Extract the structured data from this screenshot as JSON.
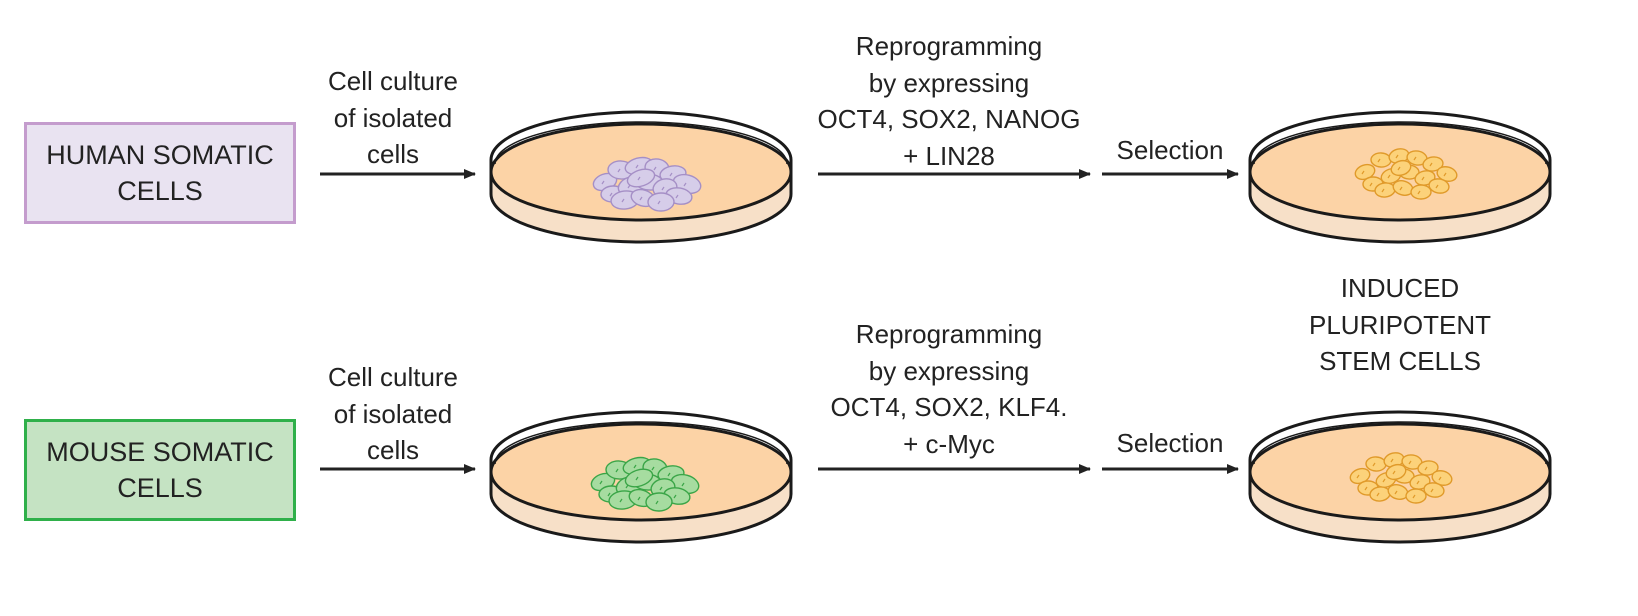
{
  "rows": [
    {
      "source_label": [
        "HUMAN SOMATIC",
        "CELLS"
      ],
      "culture_label": [
        "Cell culture",
        "of isolated",
        "cells"
      ],
      "reprogramming_label": [
        "Reprogramming",
        "by expressing",
        "OCT4, SOX2, NANOG",
        "+ LIN28"
      ],
      "selection_label": "Selection",
      "colors": {
        "box_fill": "#e9e3f1",
        "box_border": "#c49ccd",
        "cell_fill": "#d6cde9",
        "cell_stroke": "#a58fc6"
      }
    },
    {
      "source_label": [
        "MOUSE SOMATIC",
        "CELLS"
      ],
      "culture_label": [
        "Cell culture",
        "of isolated",
        "cells"
      ],
      "reprogramming_label": [
        "Reprogramming",
        "by expressing",
        "OCT4, SOX2, KLF4.",
        "+ c-Myc"
      ],
      "selection_label": "Selection",
      "colors": {
        "box_fill": "#c5e3c3",
        "box_border": "#2fb04a",
        "cell_fill": "#a6dca0",
        "cell_stroke": "#3aa547"
      }
    }
  ],
  "result_label": [
    "INDUCED",
    "PLURIPOTENT",
    "STEM CELLS"
  ],
  "colors": {
    "dish_medium": "#fcd3a6",
    "dish_base": "#f7e0c8",
    "dish_outline": "#1a1a1a",
    "ips_fill": "#fcd27a",
    "ips_stroke": "#e09a2a",
    "arrow": "#222222"
  }
}
